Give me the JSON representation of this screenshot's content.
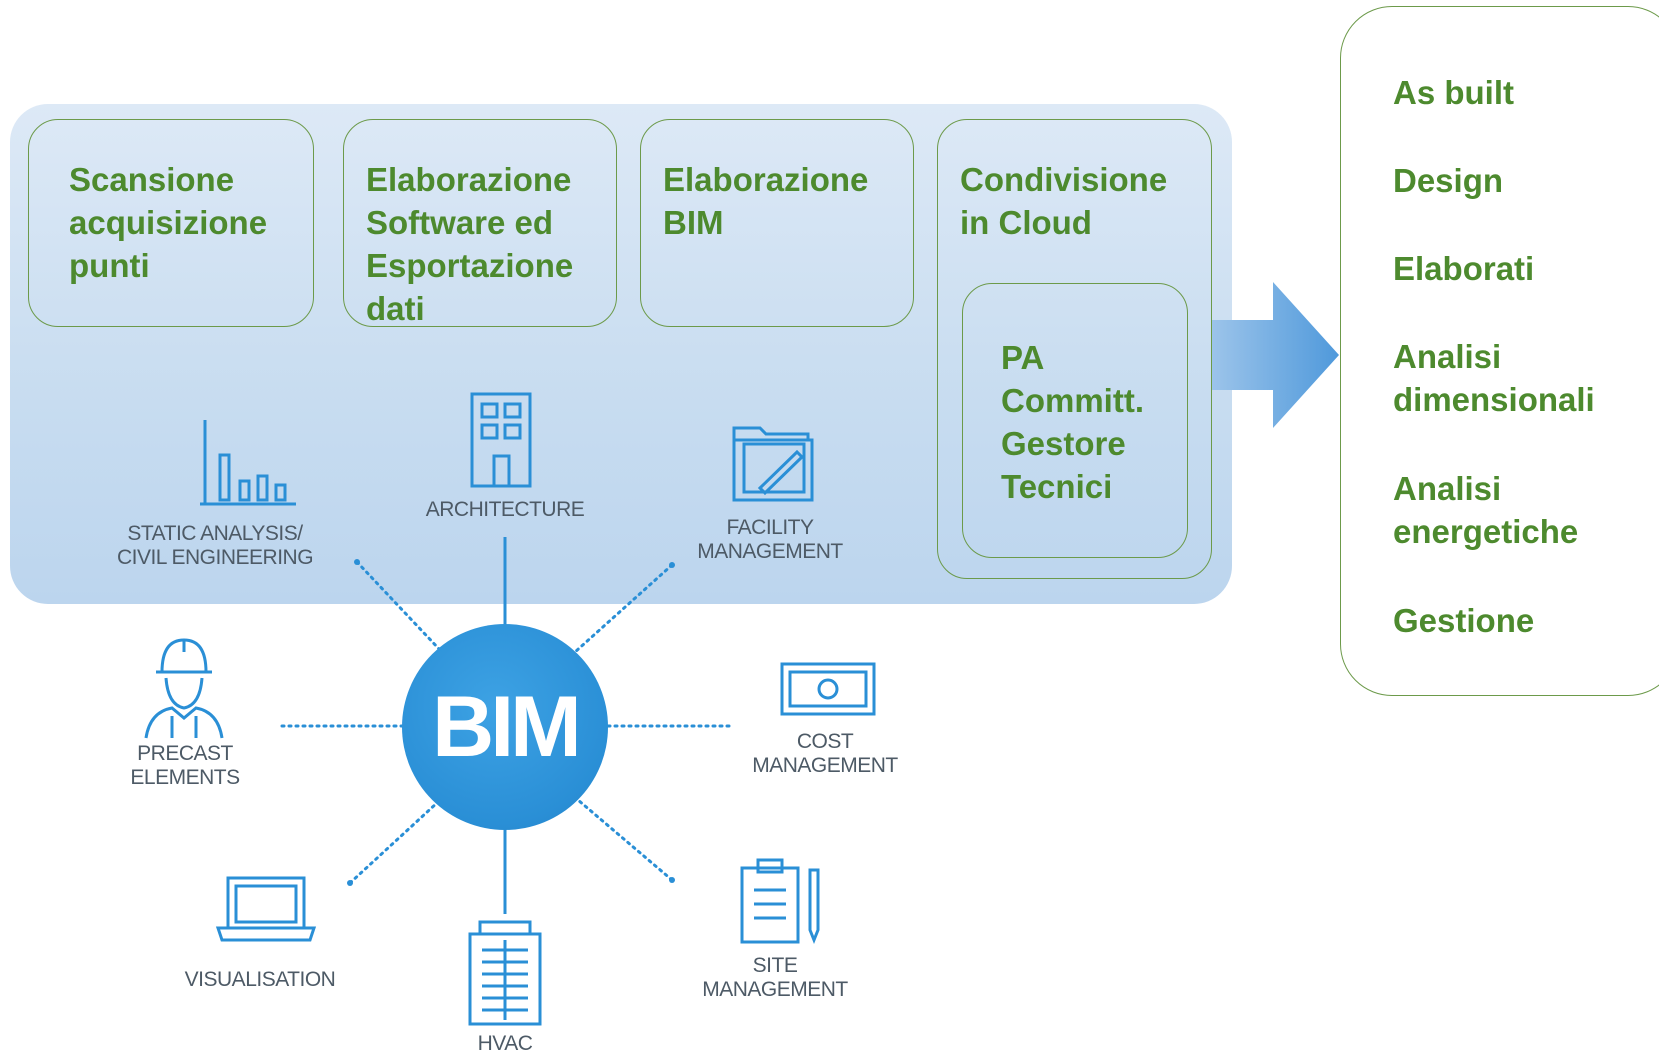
{
  "process_steps": [
    {
      "lines": [
        "Scansione",
        "acquisizione",
        "punti"
      ]
    },
    {
      "lines": [
        "Elaborazione",
        "Software ed",
        "Esportazione",
        "dati"
      ]
    },
    {
      "lines": [
        "Elaborazione",
        "BIM"
      ]
    },
    {
      "lines": [
        "Condivisione",
        "in Cloud"
      ]
    }
  ],
  "cloud_users": {
    "lines": [
      "PA",
      "Committ.",
      "Gestore",
      "Tecnici"
    ]
  },
  "outputs": [
    {
      "lines": [
        "As built"
      ]
    },
    {
      "lines": [
        "Design"
      ]
    },
    {
      "lines": [
        "Elaborati"
      ]
    },
    {
      "lines": [
        "Analisi",
        "dimensionali"
      ]
    },
    {
      "lines": [
        "Analisi",
        "energetiche"
      ]
    },
    {
      "lines": [
        "Gestione"
      ]
    }
  ],
  "hub": {
    "label": "BIM"
  },
  "spokes": [
    {
      "icon": "bar-chart-icon",
      "lines": [
        "STATIC ANALYSIS/",
        "CIVIL ENGINEERING"
      ]
    },
    {
      "icon": "building-icon",
      "lines": [
        "ARCHITECTURE"
      ]
    },
    {
      "icon": "folder-pen-icon",
      "lines": [
        "FACILITY",
        "MANAGEMENT"
      ]
    },
    {
      "icon": "worker-helmet-icon",
      "lines": [
        "PRECAST",
        "ELEMENTS"
      ]
    },
    {
      "icon": "banknote-icon",
      "lines": [
        "COST",
        "MANAGEMENT"
      ]
    },
    {
      "icon": "laptop-icon",
      "lines": [
        "VISUALISATION"
      ]
    },
    {
      "icon": "tower-building-icon",
      "lines": [
        "HVAC"
      ]
    },
    {
      "icon": "clipboard-icon",
      "lines": [
        "SITE",
        "MANAGEMENT"
      ]
    }
  ],
  "colors": {
    "green_text": "#4d8a2e",
    "box_border": "#6c9a4a",
    "panel_blue": "#c7dcf0",
    "hub_blue": "#2a8fd6",
    "icon_blue": "#2a8fd6",
    "label_gray": "#4d5a66"
  }
}
